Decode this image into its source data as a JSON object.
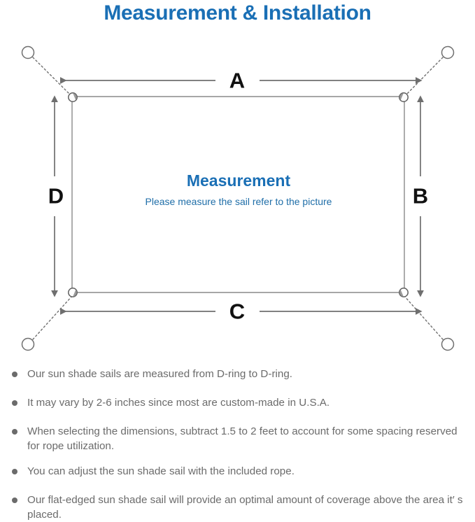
{
  "page": {
    "title": "Measurement & Installation",
    "title_color": "#1a6fb5"
  },
  "diagram": {
    "center": {
      "heading": "Measurement",
      "subheading": "Please measure the sail refer to the picture",
      "heading_color": "#1a6fb5",
      "subheading_color": "#1f6ea8"
    },
    "dimension_labels": {
      "top": "A",
      "right": "B",
      "bottom": "C",
      "left": "D"
    },
    "line_color": "#6f6f6f",
    "sail_border_color": "#8a8a8a",
    "anchor_points": [
      {
        "name": "top-left-anchor"
      },
      {
        "name": "top-right-anchor"
      },
      {
        "name": "bottom-left-anchor"
      },
      {
        "name": "bottom-right-anchor"
      }
    ],
    "d_rings": [
      {
        "name": "top-left-d-ring"
      },
      {
        "name": "top-right-d-ring"
      },
      {
        "name": "bottom-left-d-ring"
      },
      {
        "name": "bottom-right-d-ring"
      }
    ]
  },
  "notes": {
    "items": [
      {
        "text": "Our sun shade sails are measured from D-ring to D-ring."
      },
      {
        "text": "It may vary by 2-6 inches since most are custom-made in U.S.A."
      },
      {
        "text": "When selecting the dimensions, subtract 1.5 to 2 feet to account for some spacing reserved for rope utilization."
      },
      {
        "text": "You can adjust the sun shade sail with the included rope."
      },
      {
        "text": "Our flat-edged sun shade sail will provide an optimal amount of coverage above the area it′ s placed."
      }
    ],
    "bullet_color": "#6b6b6b",
    "text_color": "#6b6b6b"
  }
}
